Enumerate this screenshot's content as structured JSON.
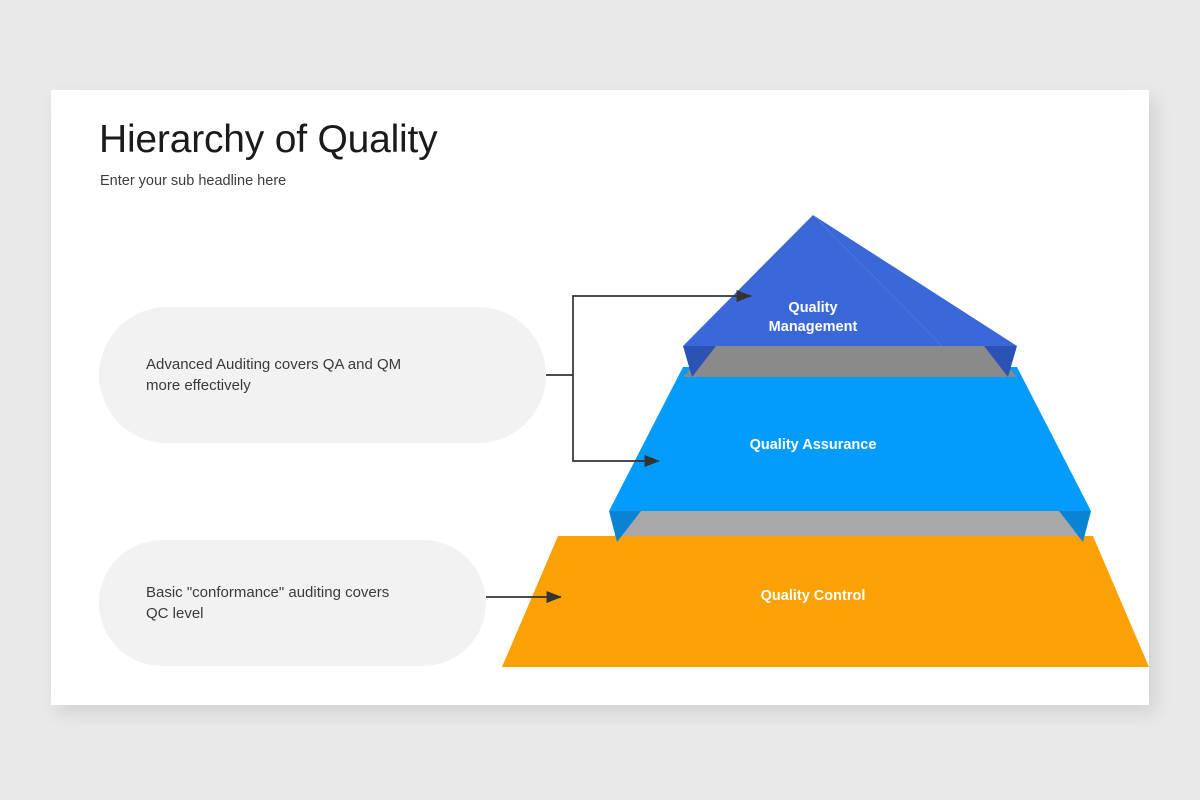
{
  "slide": {
    "title": "Hierarchy of Quality",
    "subtitle": "Enter your sub headline here",
    "background_color": "#e9e9e9",
    "card_color": "#ffffff"
  },
  "pyramid": {
    "tiers": [
      {
        "label": "Quality\nManagement",
        "color": "#3a68d8",
        "side_color": "#2c52b4",
        "shadow_color": "#8a8a8a",
        "level": 1
      },
      {
        "label": "Quality Assurance",
        "color": "#039bfc",
        "side_color": "#0b83d4",
        "shadow_color": "#a8a8a8",
        "level": 2
      },
      {
        "label": "Quality Control",
        "color": "#fca103",
        "side_color": "#e08d02",
        "shadow_color": "#a8a8a8",
        "level": 3
      }
    ]
  },
  "callouts": [
    {
      "text": "Advanced Auditing covers QA and QM\nmore effectively",
      "fill": "#f2f2f3",
      "targets": [
        "Quality Management",
        "Quality Assurance"
      ]
    },
    {
      "text": "Basic \"conformance\" auditing covers\nQC level",
      "fill": "#f2f2f3",
      "targets": [
        "Quality Control"
      ]
    }
  ],
  "connectors": {
    "line_color": "#333333",
    "items": [
      {
        "name": "branch-to-management-and-assurance",
        "from": "callout-0"
      },
      {
        "name": "arrow-to-quality-control",
        "from": "callout-1"
      }
    ]
  }
}
